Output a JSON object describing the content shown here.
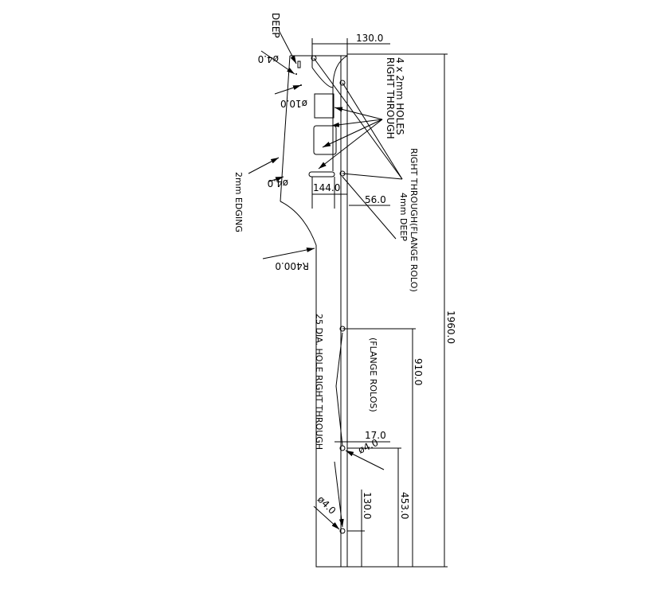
{
  "labels": {
    "deep_top": "DEEP",
    "dia_4_top": "ø4.0",
    "dia_10": "ø10.0",
    "holes_4x2mm": "4 x 2mm HOLES",
    "right_through": "RIGHT THROUGH",
    "right_through_flange": "RIGHT THROUGH(FLANGE ROLO)",
    "four_mm_deep": "4mm  DEEP",
    "dia_4_left": "ø4.0",
    "edging": "2mm  EDGING",
    "radius_400": "R400.0",
    "hole_25_dia": "25  DIA. HOLE  RIGHT  THROUGH",
    "flange_rolos": "(FLANGE ROLOS)",
    "dia_4_mid": "ø4.0",
    "dia_4_bottom": "ø4.0"
  },
  "dimensions": {
    "top_width": "130.0",
    "slot_width": "144.0",
    "offset_56": "56.0",
    "total_height": "1960.0",
    "height_910": "910.0",
    "offset_17": "17.0",
    "height_453": "453.0",
    "height_130": "130.0"
  }
}
